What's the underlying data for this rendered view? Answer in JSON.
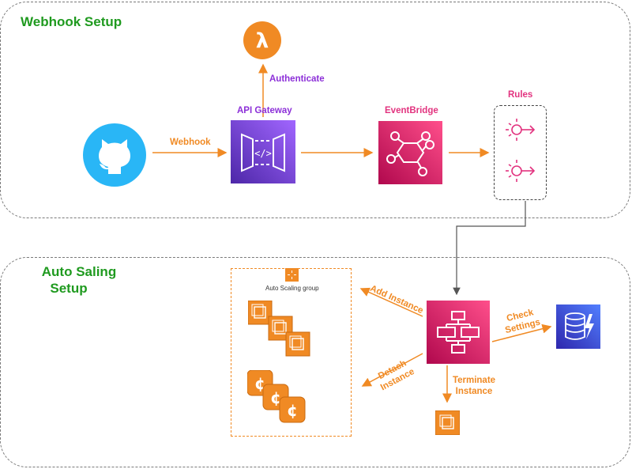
{
  "groups": {
    "webhook_setup": {
      "title": "Webhook Setup"
    },
    "autoscaling_setup": {
      "title_line1": "Auto Saling",
      "title_line2": "Setup"
    }
  },
  "nodes": {
    "github": {
      "icon": "github-icon"
    },
    "lambda": {
      "icon": "lambda-icon"
    },
    "api_gateway": {
      "label": "API Gateway",
      "icon": "api-gateway-icon"
    },
    "eventbridge": {
      "label": "EventBridge",
      "icon": "eventbridge-icon"
    },
    "rules": {
      "label": "Rules",
      "icon": "rule-icon"
    },
    "step_functions": {
      "icon": "step-functions-icon"
    },
    "dynamodb": {
      "icon": "dynamodb-icon"
    },
    "auto_scaling_group": {
      "label": "Auto Scaling group",
      "icon": "auto-scaling-group-icon"
    },
    "terminated_instance": {
      "icon": "ec2-instance-icon"
    }
  },
  "edges": {
    "webhook": "Webhook",
    "authenticate": "Authenticate",
    "add_instance": "Add Instance",
    "detach_instance_line1": "Detach",
    "detach_instance_line2": "Instance",
    "terminate_instance_line1": "Terminate",
    "terminate_instance_line2": "Instance",
    "check_settings_line1": "Check",
    "check_settings_line2": "Settings"
  },
  "colors": {
    "orange": "#f08a24",
    "purple": "#8c2fd8",
    "pink": "#e2337f",
    "github_blue": "#29b6f6",
    "dynamodb_blue": "#3b48cc",
    "group_title_green": "#1f9a1f"
  }
}
